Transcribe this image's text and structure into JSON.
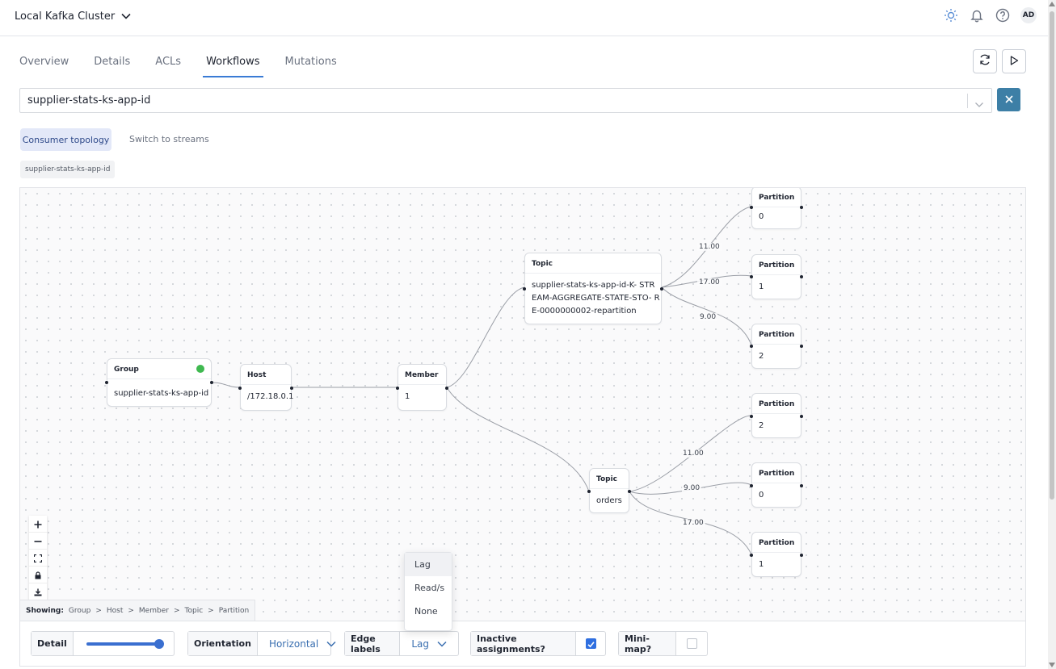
{
  "header": {
    "cluster_name": "Local Kafka Cluster",
    "avatar_initials": "AD"
  },
  "tabs": [
    {
      "label": "Overview"
    },
    {
      "label": "Details"
    },
    {
      "label": "ACLs"
    },
    {
      "label": "Workflows",
      "active": true
    },
    {
      "label": "Mutations"
    }
  ],
  "search": {
    "value": "supplier-stats-ks-app-id"
  },
  "view_toggle": {
    "active": "Consumer topology",
    "other": "Switch to streams"
  },
  "group_chip": "supplier-stats-ks-app-id",
  "graph": {
    "group": {
      "title": "Group",
      "value": "supplier-stats-ks-app-id",
      "status_color": "#3fb950"
    },
    "host": {
      "title": "Host",
      "value": "/172.18.0.1"
    },
    "member": {
      "title": "Member",
      "value": "1"
    },
    "topic_repartition": {
      "title": "Topic",
      "lines": [
        "supplier-stats-ks-app-id-K- STR",
        "EAM-AGGREGATE-STATE-STO- R",
        "E-0000000002-repartition"
      ]
    },
    "topic_orders": {
      "title": "Topic",
      "value": "orders"
    },
    "partitions_repartition": [
      {
        "title": "Partition",
        "value": "0",
        "edge_label": "11.00"
      },
      {
        "title": "Partition",
        "value": "1",
        "edge_label": "17.00"
      },
      {
        "title": "Partition",
        "value": "2",
        "edge_label": "9.00"
      }
    ],
    "partitions_orders": [
      {
        "title": "Partition",
        "value": "2",
        "edge_label": "11.00"
      },
      {
        "title": "Partition",
        "value": "0",
        "edge_label": "9.00"
      },
      {
        "title": "Partition",
        "value": "1",
        "edge_label": "17.00"
      }
    ]
  },
  "showing": {
    "label": "Showing:",
    "path": [
      "Group",
      "Host",
      "Member",
      "Topic",
      "Partition"
    ],
    "separator": ">"
  },
  "controls": {
    "detail_label": "Detail",
    "detail_level": 1.0,
    "orientation_label": "Orientation",
    "orientation_value": "Horizontal",
    "edge_labels_label": "Edge labels",
    "edge_labels_value": "Lag",
    "inactive_label": "Inactive assignments?",
    "inactive_checked": true,
    "minimap_label": "Mini-map?",
    "minimap_checked": false
  },
  "edge_label_menu": {
    "options": [
      "Lag",
      "Read/s",
      "None"
    ],
    "selected": "Lag"
  },
  "icons": [
    "chevron-down-icon",
    "sun-icon",
    "bell-icon",
    "help-icon",
    "refresh-icon",
    "play-icon",
    "close-icon",
    "plus-icon",
    "minus-icon",
    "fit-view-icon",
    "lock-icon",
    "download-icon",
    "check-icon"
  ],
  "colors": {
    "accent": "#3a7bd5",
    "clear_button": "#3d7fa6",
    "status_ok": "#3fb950",
    "toggle_bg": "#e3e8f8"
  }
}
